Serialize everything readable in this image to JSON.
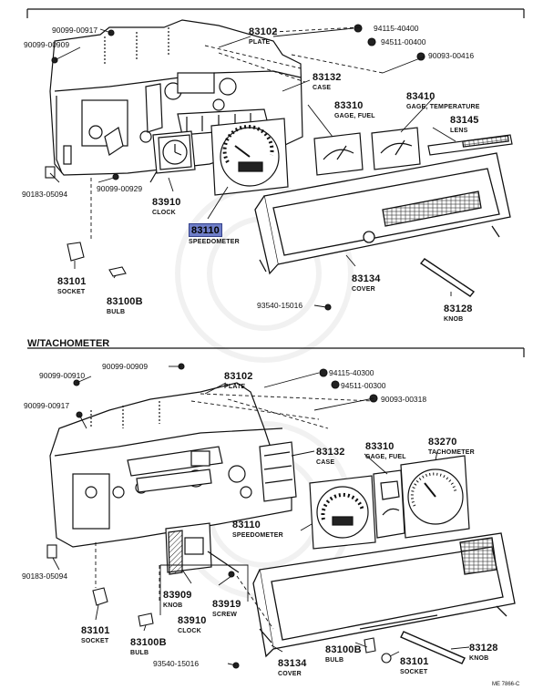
{
  "section_top": {
    "parts": [
      {
        "id": "90099-00917",
        "label": "90099-00917"
      },
      {
        "id": "90099-00909",
        "label": "90099-00909"
      },
      {
        "id": "83102",
        "label": "83102",
        "sub": "PLATE"
      },
      {
        "id": "94115-40400",
        "label": "94115-40400"
      },
      {
        "id": "94511-00400",
        "label": "94511-00400"
      },
      {
        "id": "90093-00416",
        "label": "90093-00416"
      },
      {
        "id": "83132",
        "label": "83132",
        "sub": "CASE"
      },
      {
        "id": "83310",
        "label": "83310",
        "sub": "GAGE, FUEL"
      },
      {
        "id": "83410",
        "label": "83410",
        "sub": "GAGE, TEMPERATURE"
      },
      {
        "id": "83145",
        "label": "83145",
        "sub": "LENS"
      },
      {
        "id": "90183-05094",
        "label": "90183-05094"
      },
      {
        "id": "90099-00929",
        "label": "90099-00929"
      },
      {
        "id": "83910",
        "label": "83910",
        "sub": "CLOCK"
      },
      {
        "id": "83110",
        "label": "83110",
        "sub": "SPEEDOMETER"
      },
      {
        "id": "83101",
        "label": "83101",
        "sub": "SOCKET"
      },
      {
        "id": "83100B",
        "label": "83100B",
        "sub": "BULB"
      },
      {
        "id": "83134",
        "label": "83134",
        "sub": "COVER"
      },
      {
        "id": "93540-15016",
        "label": "93540-15016"
      },
      {
        "id": "83128",
        "label": "83128",
        "sub": "KNOB"
      }
    ]
  },
  "section_bottom": {
    "title": "W/TACHOMETER",
    "parts": [
      {
        "id": "90099-00909",
        "label": "90099-00909"
      },
      {
        "id": "83102",
        "label": "83102",
        "sub": "PLATE"
      },
      {
        "id": "94115-40300",
        "label": "94115-40300"
      },
      {
        "id": "90099-00910",
        "label": "90099-00910"
      },
      {
        "id": "94511-00300",
        "label": "94511-00300"
      },
      {
        "id": "90099-00917",
        "label": "90099-00917"
      },
      {
        "id": "90093-00318",
        "label": "90093-00318"
      },
      {
        "id": "83132",
        "label": "83132",
        "sub": "CASE"
      },
      {
        "id": "83310",
        "label": "83310",
        "sub": "GAGE, FUEL"
      },
      {
        "id": "83270",
        "label": "83270",
        "sub": "TACHOMETER"
      },
      {
        "id": "83110",
        "label": "83110",
        "sub": "SPEEDOMETER"
      },
      {
        "id": "90183-05094",
        "label": "90183-05094"
      },
      {
        "id": "83909",
        "label": "83909",
        "sub": "KNOB"
      },
      {
        "id": "83919",
        "label": "83919",
        "sub": "SCREW"
      },
      {
        "id": "83910",
        "label": "83910",
        "sub": "CLOCK"
      },
      {
        "id": "83101",
        "label": "83101",
        "sub": "SOCKET"
      },
      {
        "id": "83100B",
        "label": "83100B",
        "sub": "BULB"
      },
      {
        "id": "93540-15016",
        "label": "93540-15016"
      },
      {
        "id": "83134",
        "label": "83134",
        "sub": "COVER"
      },
      {
        "id": "83100B_2",
        "label": "83100B",
        "sub": "BULB"
      },
      {
        "id": "83101_2",
        "label": "83101",
        "sub": "SOCKET"
      },
      {
        "id": "83128",
        "label": "83128",
        "sub": "KNOB"
      }
    ]
  },
  "drawing_code": "ME 7866-C",
  "highlight_color": "#6f7ec8",
  "line_color": "#111111"
}
